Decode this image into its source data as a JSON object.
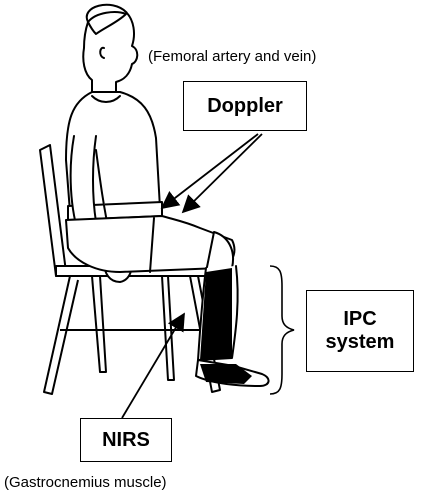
{
  "captions": {
    "femoral": "(Femoral artery and vein)",
    "gastrocnemius": "(Gastrocnemius muscle)"
  },
  "labels": {
    "doppler": "Doppler",
    "ipc": "IPC\nsystem",
    "nirs": "NIRS"
  },
  "colors": {
    "line": "#000000",
    "background": "#ffffff",
    "ipc_sleeve": "#000000"
  }
}
